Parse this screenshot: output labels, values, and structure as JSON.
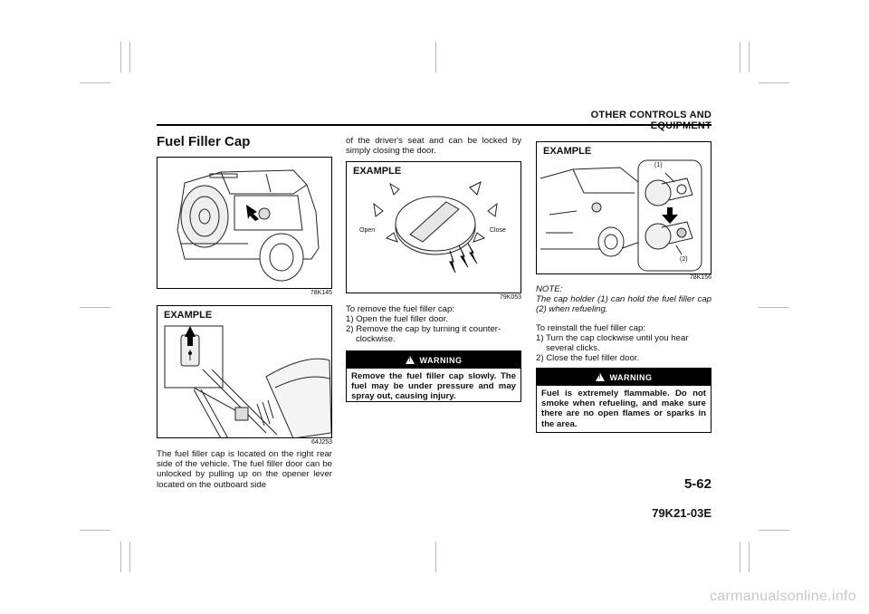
{
  "header": {
    "section_title": "OTHER CONTROLS AND EQUIPMENT"
  },
  "footer": {
    "page_number": "5-62",
    "doc_code": "79K21-03E"
  },
  "title": "Fuel Filler Cap",
  "figures": {
    "fig1": {
      "code": "78K145"
    },
    "fig2": {
      "label": "EXAMPLE",
      "code": "64J253"
    },
    "fig3": {
      "label": "EXAMPLE",
      "code": "79K053",
      "open": "Open",
      "close": "Close"
    },
    "fig4": {
      "label": "EXAMPLE",
      "code": "78K156",
      "callout1": "(1)",
      "callout2": "(2)"
    }
  },
  "col1": {
    "para": "The fuel filler cap is located on the right rear side of the vehicle. The fuel filler door can be unlocked by pulling up on the opener lever located on the outboard side"
  },
  "col2": {
    "para": "of the driver's seat and can be locked by simply closing the door.",
    "remove_intro": "To remove the fuel filler cap:",
    "remove_steps": [
      "1) Open the fuel filler door.",
      "2) Remove the cap by turning it counter-clockwise."
    ],
    "warning": {
      "title": "WARNING",
      "text": "Remove the fuel filler cap slowly. The fuel may be under pressure and may spray out, causing injury."
    }
  },
  "col3": {
    "note_label": "NOTE:",
    "note": "The cap holder (1) can hold the fuel filler cap (2) when refueling.",
    "reinstall_intro": "To reinstall the fuel filler cap:",
    "reinstall_steps": [
      "1) Turn the cap clockwise until you hear several clicks.",
      "2) Close the fuel filler door."
    ],
    "warning": {
      "title": "WARNING",
      "text": "Fuel is extremely flammable. Do not smoke when refueling, and make sure there are no open flames or sparks in the area."
    }
  },
  "watermark": "carmanualsonline.info"
}
